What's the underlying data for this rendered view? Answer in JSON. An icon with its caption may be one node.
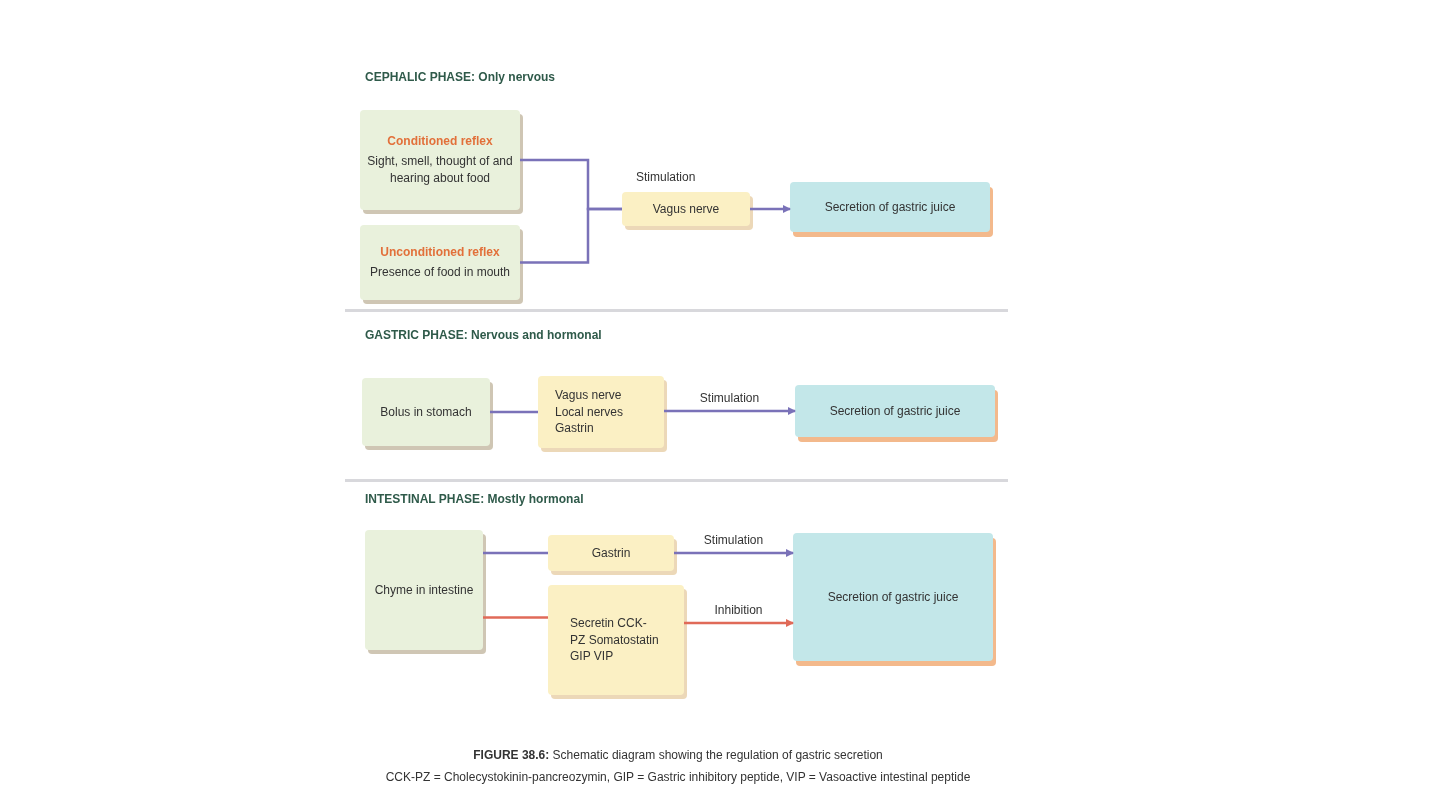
{
  "diagram": {
    "caption": "**FIGURE 38.6:** Schematic diagram showing the regulation of gastric secretion",
    "nodes": [
      {
        "text": [
          "CEPHALIC PHASE: Only nervous"
        ]
      },
      {
        "text": [
          "Conditioned reflex",
          "Sight, smell, thought of and hearing about food"
        ],
        "in": 0
      },
      {
        "text": [
          "Unconditioned reflex",
          "Presence of food in mouth"
        ],
        "in": 0
      },
      {
        "text": [
          "Vagus nerve"
        ],
        "in": 0,
        "beside": [
          "Stimulation"
        ]
      },
      {
        "text": [
          "Secretion of gastric juice"
        ],
        "in": 0
      },
      {
        "text": [
          "GASTRIC PHASE: Nervous and hormonal"
        ]
      },
      {
        "text": [
          "Bolus in stomach"
        ],
        "in": 5
      },
      {
        "text": [
          "Vagus nerve Local nerves Gastrin"
        ],
        "in": 5
      },
      {
        "text": [
          "Secretion of gastric juice"
        ],
        "in": 5
      },
      {
        "text": [
          "INTESTINAL PHASE: Mostly hormonal"
        ]
      },
      {
        "text": [
          "Chyme in intestine"
        ],
        "in": 9
      },
      {
        "text": [
          "Gastrin"
        ],
        "in": 9
      },
      {
        "text": [
          "Secretin CCK-PZ Somatostatin GIP VIP"
        ],
        "in": 9
      },
      {
        "text": [
          "Secretion of gastric juice"
        ],
        "in": 9
      }
    ],
    "edges": [
      {
        "from": 1,
        "to": 3,
        "arrow": "none"
      },
      {
        "from": 2,
        "to": 3,
        "arrow": "none"
      },
      {
        "from": 3,
        "to": 4,
        "arrow": "to"
      },
      {
        "from": 6,
        "to": 7,
        "arrow": "none"
      },
      {
        "from": 7,
        "to": 8,
        "arrow": "to",
        "label": "Stimulation"
      },
      {
        "from": 10,
        "to": 11,
        "arrow": "none"
      },
      {
        "from": 11,
        "to": 13,
        "arrow": "to",
        "label": "Stimulation"
      },
      {
        "from": 10,
        "to": 12,
        "arrow": "none",
        "color": "#e06a58"
      },
      {
        "from": 12,
        "to": 13,
        "arrow": "to",
        "label": "Inhibition",
        "color": "#e06a58"
      }
    ],
    "labels": [
      "CCK-PZ = Cholecystokinin-pancreozymin, GIP = Gastric inhibitory peptide, VIP = Vasoactive intestinal peptide"
    ]
  }
}
